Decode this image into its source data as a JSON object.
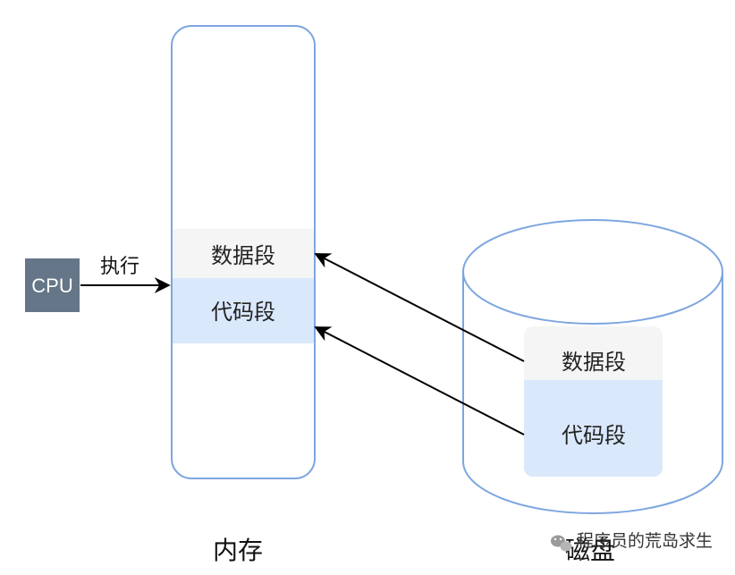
{
  "cpu": {
    "label": "CPU"
  },
  "edge_label": "执行",
  "memory": {
    "data_segment": "数据段",
    "code_segment": "代码段",
    "caption": "内存"
  },
  "disk": {
    "data_segment": "数据段",
    "code_segment": "代码段",
    "caption": "磁盘"
  },
  "watermark": {
    "text": "程序员的荒岛求生"
  },
  "colors": {
    "outline": "#7ea6e0",
    "data_segment_fill": "#f5f5f5",
    "code_segment_fill": "#dae8fc",
    "cpu_fill": "#647687",
    "arrow": "#000000"
  }
}
